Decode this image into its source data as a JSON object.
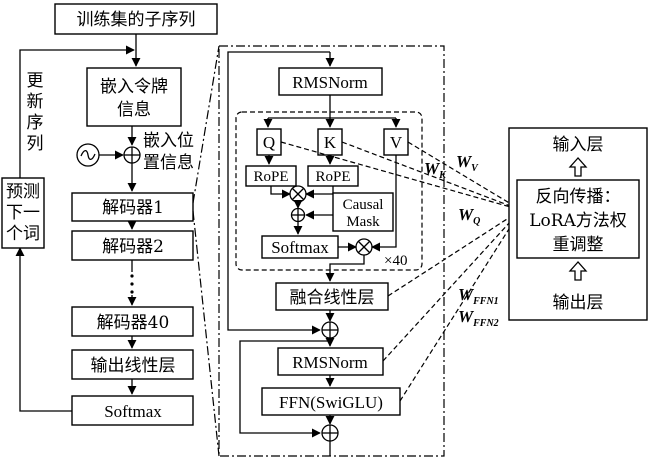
{
  "left": {
    "subseq": "训练集的子序列",
    "embed_token": [
      "嵌入令牌",
      "信息"
    ],
    "pos_embed": [
      "嵌入位",
      "置信息"
    ],
    "update_seq": [
      "更",
      "新",
      "序",
      "列"
    ],
    "predict_next": [
      "预测",
      "下一",
      "个词"
    ],
    "decoder1": "解码器1",
    "decoder2": "解码器2",
    "decoder40": "解码器40",
    "output_linear": "输出线性层",
    "softmax": "Softmax"
  },
  "middle": {
    "rmsnorm_top": "RMSNorm",
    "q": "Q",
    "k": "K",
    "v": "V",
    "rope1": "RoPE",
    "rope2": "RoPE",
    "causal_mask": [
      "Causal",
      "Mask"
    ],
    "softmax": "Softmax",
    "repeat": "×40",
    "fusion_linear": "融合线性层",
    "rmsnorm_bottom": "RMSNorm",
    "ffn": "FFN(SwiGLU)"
  },
  "weights": {
    "wv": {
      "base": "W",
      "sub": "V"
    },
    "wk": {
      "base": "W",
      "sub": "K"
    },
    "wq": {
      "base": "W",
      "sub": "Q"
    },
    "wffn1": {
      "base": "W",
      "sub": "FFN1"
    },
    "wffn2": {
      "base": "W",
      "sub": "FFN2"
    }
  },
  "right": {
    "input_layer": "输入层",
    "backprop": [
      "反向传播：",
      "LoRA方法权",
      "重调整"
    ],
    "output_layer": "输出层"
  }
}
